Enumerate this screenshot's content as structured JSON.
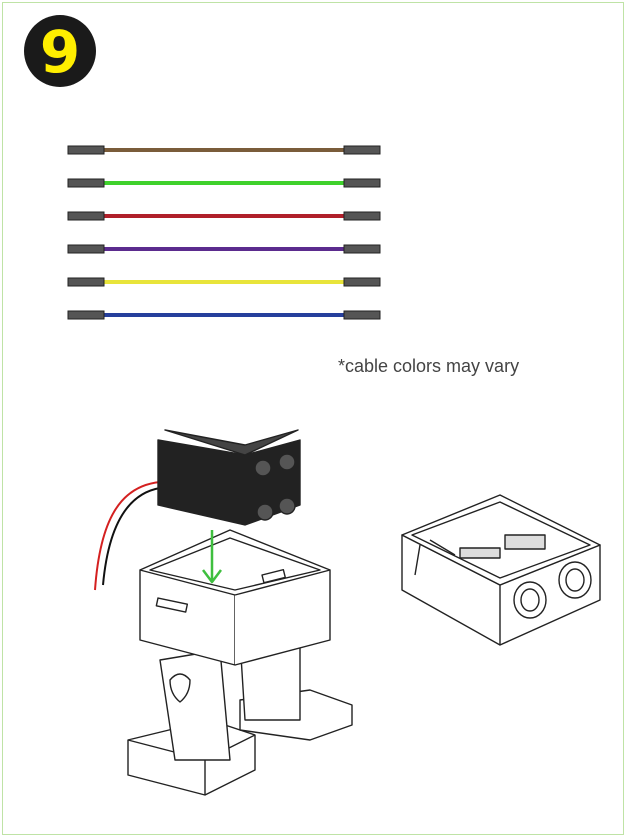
{
  "step": {
    "number": "9"
  },
  "cables": [
    {
      "name": "brown",
      "color": "#7a5c3a"
    },
    {
      "name": "green",
      "color": "#3fd12c"
    },
    {
      "name": "red",
      "color": "#b01f2a"
    },
    {
      "name": "purple",
      "color": "#5b2b8e"
    },
    {
      "name": "yellow",
      "color": "#e8e43a"
    },
    {
      "name": "blue",
      "color": "#263f9c"
    }
  ],
  "note": "*cable colors may vary",
  "colors": {
    "frame": "#bfe3a6",
    "badge_bg": "#1a1a1a",
    "badge_text": "#ffee00",
    "arrow": "#3fbf3f"
  }
}
